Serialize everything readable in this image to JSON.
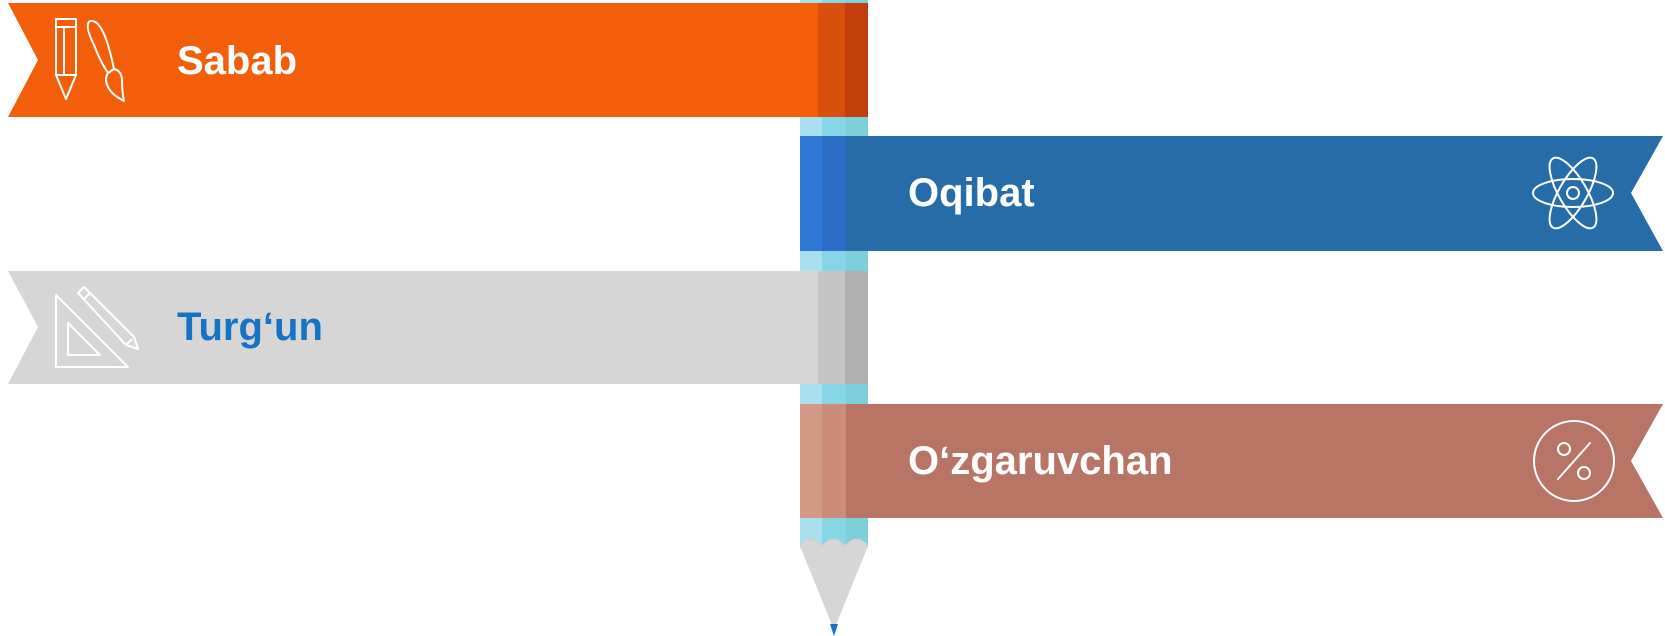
{
  "colors": {
    "sabab": "#f25e0a",
    "oqibat": "#256ca9",
    "turgun": "#d6d6d6",
    "ozgaruvchan": "#b87566",
    "pencil_body": "#a9e0ef",
    "turgun_text": "#1672c4",
    "white_text": "#ffffff"
  },
  "items": [
    {
      "label": "Sabab",
      "icon": "pencil-and-brush-icon"
    },
    {
      "label": "Oqibat",
      "icon": "atom-icon"
    },
    {
      "label": "Turg‘un",
      "icon": "ruler-triangle-pencil-icon"
    },
    {
      "label": "O‘zgaruvchan",
      "icon": "percent-icon"
    }
  ]
}
